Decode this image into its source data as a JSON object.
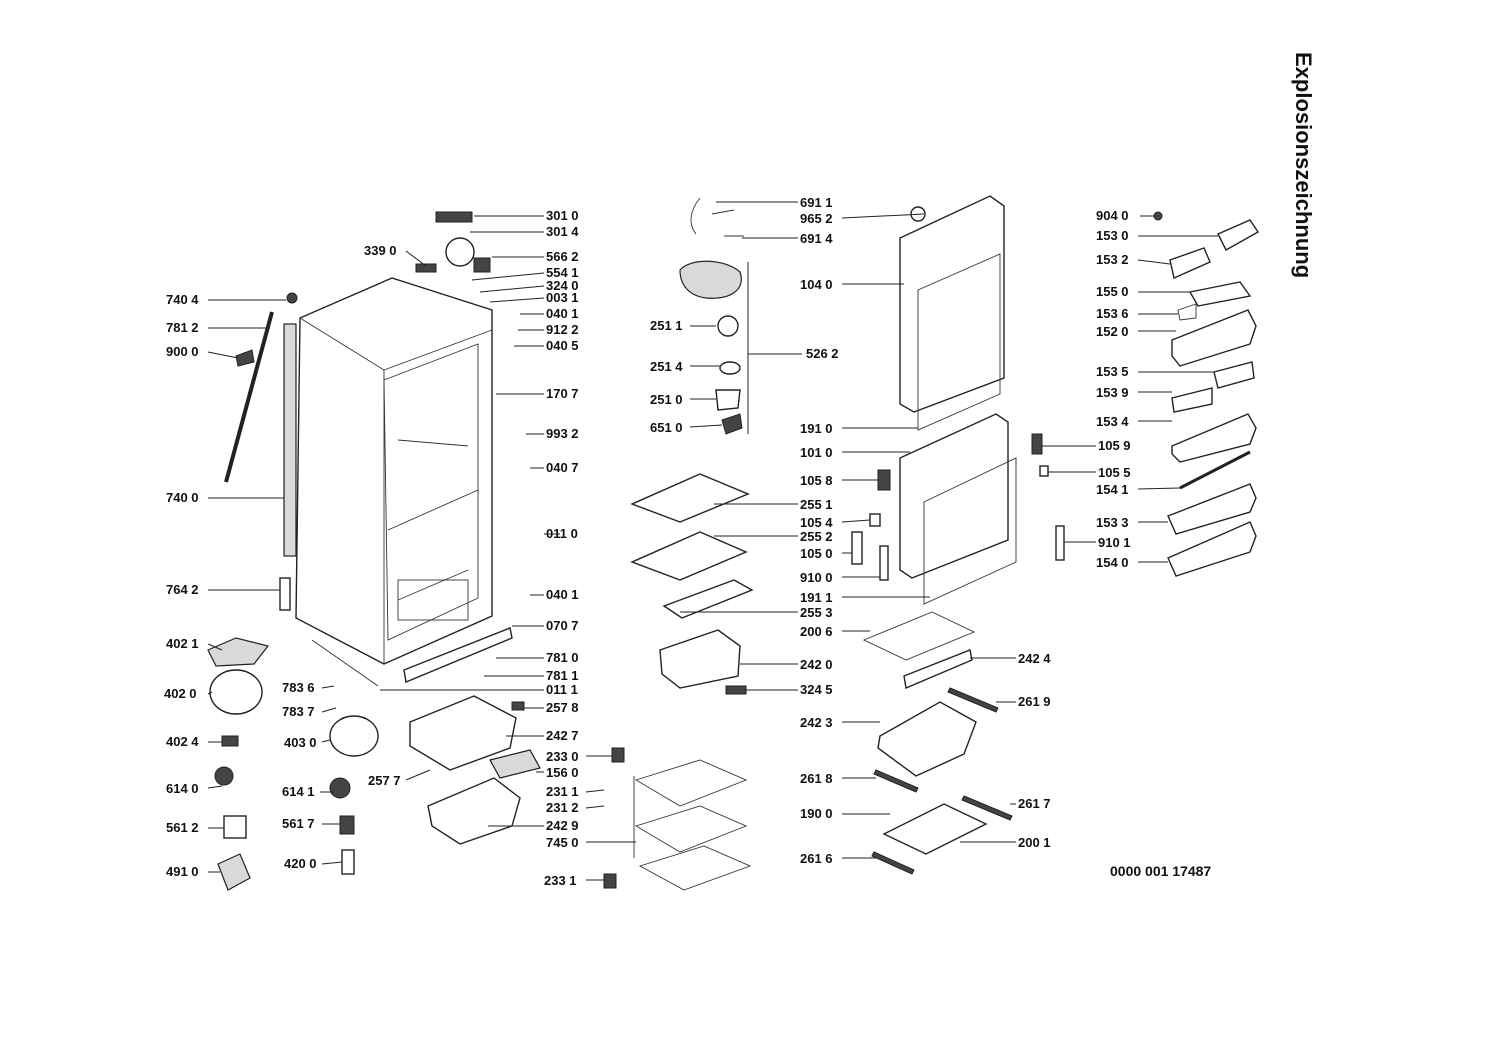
{
  "title": "Explosionszeichnung",
  "document_number": "0000 001 17487",
  "part_numbers": {
    "p3010": "301 0",
    "p3014": "301 4",
    "p3390": "339 0",
    "p5662": "566 2",
    "p5541": "554 1",
    "p3240": "324 0",
    "p0031": "003 1",
    "p7404": "740 4",
    "p0401": "040 1",
    "p7812": "781 2",
    "p9122": "912 2",
    "p9000": "900 0",
    "p0405": "040 5",
    "p1707": "170 7",
    "p9932": "993 2",
    "p0407": "040 7",
    "p7400": "740 0",
    "p0110": "011 0",
    "p7642": "764 2",
    "p0401b": "040 1",
    "p0707": "070 7",
    "p4021": "402 1",
    "p7810": "781 0",
    "p7811": "781 1",
    "p4020": "402 0",
    "p7836": "783 6",
    "p0111": "011 1",
    "p7837": "783 7",
    "p2578": "257 8",
    "p4024": "402 4",
    "p4030": "403 0",
    "p2427": "242 7",
    "p2330": "233 0",
    "p2577": "257 7",
    "p1560": "156 0",
    "p6140": "614 0",
    "p6141": "614 1",
    "p2311": "231 1",
    "p2312": "231 2",
    "p5612": "561 2",
    "p5617": "561 7",
    "p2429": "242 9",
    "p7450": "745 0",
    "p4200": "420 0",
    "p4910": "491 0",
    "p2331": "233 1",
    "p6911": "691 1",
    "p9652": "965 2",
    "p6914": "691 4",
    "p1040": "104 0",
    "p2511": "251 1",
    "p5262": "526 2",
    "p2514": "251 4",
    "p2510": "251 0",
    "p6510": "651 0",
    "p1910": "191 0",
    "p1010": "101 0",
    "p1058": "105 8",
    "p2551": "255 1",
    "p1054": "105 4",
    "p2552": "255 2",
    "p1050": "105 0",
    "p9100": "910 0",
    "p1911": "191 1",
    "p2553": "255 3",
    "p2006": "200 6",
    "p2420": "242 0",
    "p2424": "242 4",
    "p3245": "324 5",
    "p2619": "261 9",
    "p2423": "242 3",
    "p2618": "261 8",
    "p2617": "261 7",
    "p1900": "190 0",
    "p2001": "200 1",
    "p2616": "261 6",
    "p9040": "904 0",
    "p1530": "153 0",
    "p1532": "153 2",
    "p1550": "155 0",
    "p1536": "153 6",
    "p1520": "152 0",
    "p1535": "153 5",
    "p1539": "153 9",
    "p1534": "153 4",
    "p1059": "105 9",
    "p1055": "105 5",
    "p1541": "154 1",
    "p1533": "153 3",
    "p9101": "910 1",
    "p1540": "154 0"
  }
}
